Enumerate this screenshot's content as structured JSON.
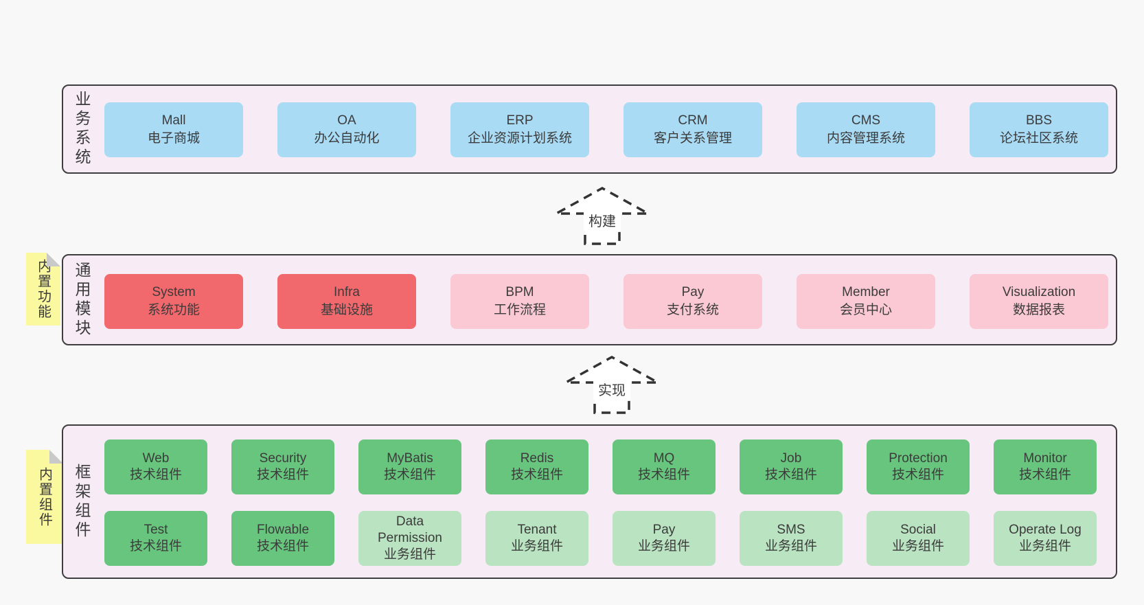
{
  "colors": {
    "page_bg": "#f8f8f8",
    "panel_bg": "#f7ecf6",
    "panel_border": "#3e3e3e",
    "blue": "#a9dbf5",
    "red": "#f1696c",
    "pink": "#fbc9d3",
    "green": "#68c57d",
    "light_green": "#bae3c1",
    "note_yellow": "#fbf9a0",
    "note_fold": "#c9c9c9",
    "text": "#3b3b3b"
  },
  "arrows": [
    {
      "label": "构建"
    },
    {
      "label": "实现"
    }
  ],
  "layers": [
    {
      "id": "business",
      "side_label": "业务系统",
      "rows": [
        [
          {
            "name": "Mall",
            "desc": "电子商城",
            "variant": "blue"
          },
          {
            "name": "OA",
            "desc": "办公自动化",
            "variant": "blue"
          },
          {
            "name": "ERP",
            "desc": "企业资源计划系统",
            "variant": "blue"
          },
          {
            "name": "CRM",
            "desc": "客户关系管理",
            "variant": "blue"
          },
          {
            "name": "CMS",
            "desc": "内容管理系统",
            "variant": "blue"
          },
          {
            "name": "BBS",
            "desc": "论坛社区系统",
            "variant": "blue"
          }
        ]
      ]
    },
    {
      "id": "modules",
      "side_label": "通用模块",
      "note": "内置功能",
      "rows": [
        [
          {
            "name": "System",
            "desc": "系统功能",
            "variant": "red"
          },
          {
            "name": "Infra",
            "desc": "基础设施",
            "variant": "red"
          },
          {
            "name": "BPM",
            "desc": "工作流程",
            "variant": "pink"
          },
          {
            "name": "Pay",
            "desc": "支付系统",
            "variant": "pink"
          },
          {
            "name": "Member",
            "desc": "会员中心",
            "variant": "pink"
          },
          {
            "name": "Visualization",
            "desc": "数据报表",
            "variant": "pink"
          }
        ]
      ]
    },
    {
      "id": "components",
      "side_label": "框架组件",
      "note": "内置组件",
      "rows": [
        [
          {
            "name": "Web",
            "desc": "技术组件",
            "variant": "green"
          },
          {
            "name": "Security",
            "desc": "技术组件",
            "variant": "green"
          },
          {
            "name": "MyBatis",
            "desc": "技术组件",
            "variant": "green"
          },
          {
            "name": "Redis",
            "desc": "技术组件",
            "variant": "green"
          },
          {
            "name": "MQ",
            "desc": "技术组件",
            "variant": "green"
          },
          {
            "name": "Job",
            "desc": "技术组件",
            "variant": "green"
          },
          {
            "name": "Protection",
            "desc": "技术组件",
            "variant": "green"
          },
          {
            "name": "Monitor",
            "desc": "技术组件",
            "variant": "green"
          }
        ],
        [
          {
            "name": "Test",
            "desc": "技术组件",
            "variant": "green"
          },
          {
            "name": "Flowable",
            "desc": "技术组件",
            "variant": "green"
          },
          {
            "name": "Data Permission",
            "desc": "业务组件",
            "variant": "lightgreen"
          },
          {
            "name": "Tenant",
            "desc": "业务组件",
            "variant": "lightgreen"
          },
          {
            "name": "Pay",
            "desc": "业务组件",
            "variant": "lightgreen"
          },
          {
            "name": "SMS",
            "desc": "业务组件",
            "variant": "lightgreen"
          },
          {
            "name": "Social",
            "desc": "业务组件",
            "variant": "lightgreen"
          },
          {
            "name": "Operate Log",
            "desc": "业务组件",
            "variant": "lightgreen"
          }
        ]
      ]
    }
  ]
}
